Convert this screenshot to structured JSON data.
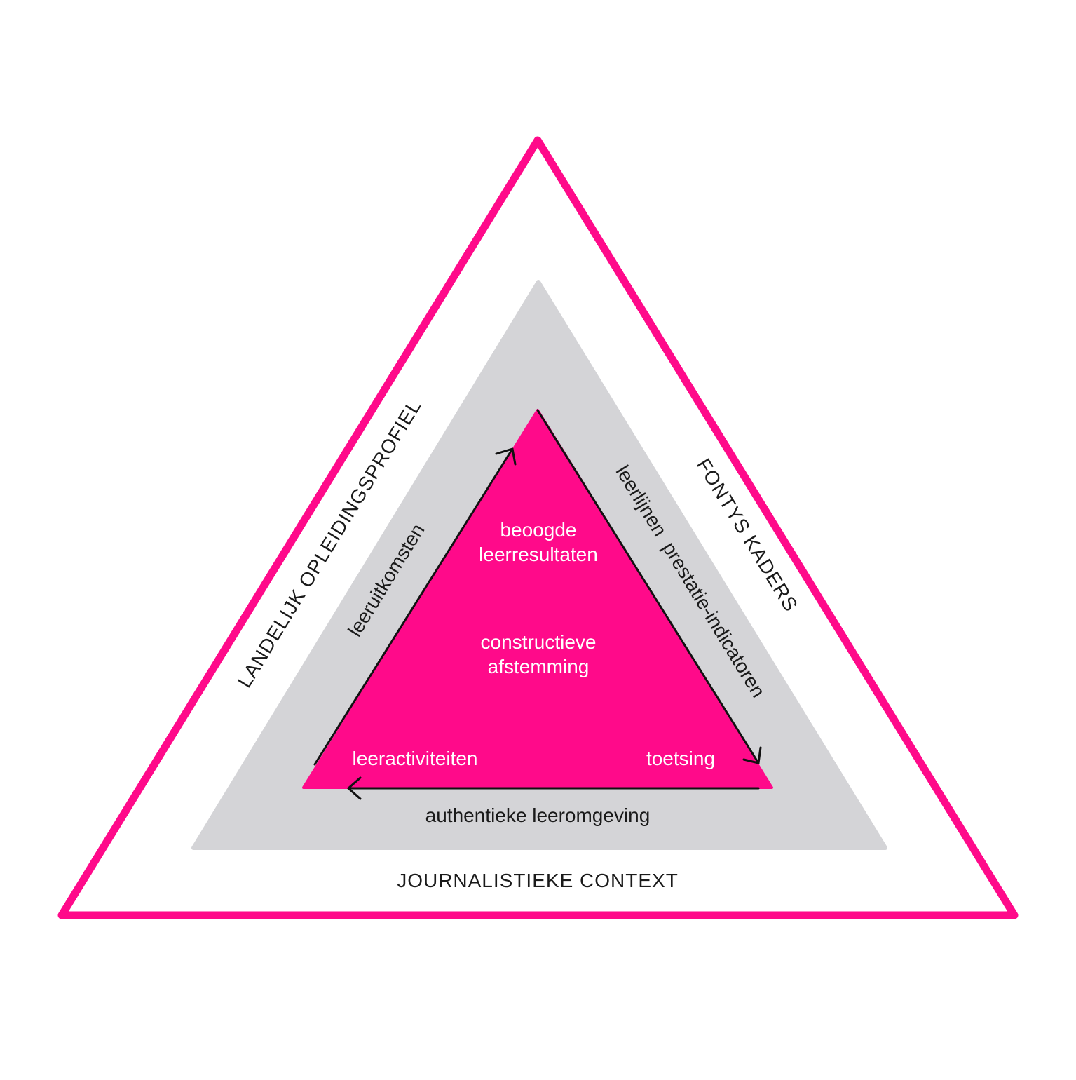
{
  "colors": {
    "accent": "#ff0a8a",
    "gray_band": "#d4d4d7",
    "arrow": "#111111",
    "text_dark": "#1a1a1a",
    "text_light": "#ffffff"
  },
  "outer": {
    "left_label": "LANDELIJK OPLEIDINGSPROFIEL",
    "right_label": "FONTYS KADERS",
    "bottom_label": "JOURNALISTIEKE CONTEXT"
  },
  "middle": {
    "left_label": "leeruitkomsten",
    "right_label": "leerlijnen  prestatie-indicatoren",
    "bottom_label": "authentieke leeromgeving"
  },
  "inner": {
    "top_line1": "beoogde",
    "top_line2": "leerresultaten",
    "center_line1": "constructieve",
    "center_line2": "afstemming",
    "bottom_left": "leeractiviteiten",
    "bottom_right": "toetsing"
  }
}
